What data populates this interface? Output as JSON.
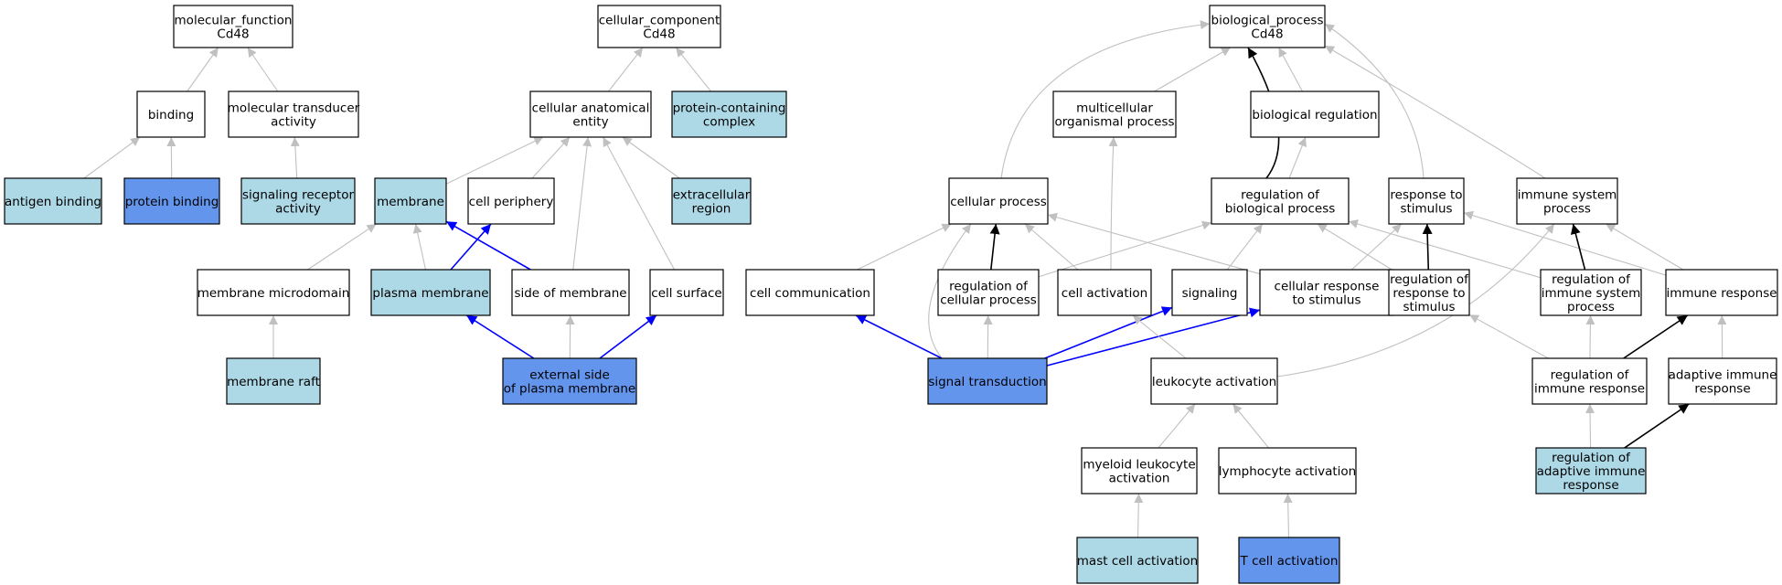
{
  "colors": {
    "white": "#ffffff",
    "light": "#add8e6",
    "dark": "#6495ed",
    "grey_edge": "#c0c0c0",
    "black_edge": "#000000",
    "blue_edge": "#0000ff"
  },
  "nodes": [
    {
      "id": "mf",
      "lines": [
        "molecular_function",
        "Cd48"
      ],
      "fill": "white"
    },
    {
      "id": "binding",
      "lines": [
        "binding"
      ],
      "fill": "white"
    },
    {
      "id": "mta",
      "lines": [
        "molecular transducer",
        "activity"
      ],
      "fill": "white"
    },
    {
      "id": "ab",
      "lines": [
        "antigen binding"
      ],
      "fill": "light"
    },
    {
      "id": "pb",
      "lines": [
        "protein binding"
      ],
      "fill": "dark"
    },
    {
      "id": "sra",
      "lines": [
        "signaling receptor",
        "activity"
      ],
      "fill": "light"
    },
    {
      "id": "cc",
      "lines": [
        "cellular_component",
        "Cd48"
      ],
      "fill": "white"
    },
    {
      "id": "cae",
      "lines": [
        "cellular anatomical",
        "entity"
      ],
      "fill": "white"
    },
    {
      "id": "pcc",
      "lines": [
        "protein-containing",
        "complex"
      ],
      "fill": "light"
    },
    {
      "id": "membrane",
      "lines": [
        "membrane"
      ],
      "fill": "light"
    },
    {
      "id": "cp",
      "lines": [
        "cell periphery"
      ],
      "fill": "white"
    },
    {
      "id": "er",
      "lines": [
        "extracellular",
        "region"
      ],
      "fill": "light"
    },
    {
      "id": "mmd",
      "lines": [
        "membrane microdomain"
      ],
      "fill": "white"
    },
    {
      "id": "pm",
      "lines": [
        "plasma membrane"
      ],
      "fill": "light"
    },
    {
      "id": "som",
      "lines": [
        "side of membrane"
      ],
      "fill": "white"
    },
    {
      "id": "cs",
      "lines": [
        "cell surface"
      ],
      "fill": "white"
    },
    {
      "id": "mr",
      "lines": [
        "membrane raft"
      ],
      "fill": "light"
    },
    {
      "id": "espm",
      "lines": [
        "external side",
        "of plasma membrane"
      ],
      "fill": "dark"
    },
    {
      "id": "bp",
      "lines": [
        "biological_process",
        "Cd48"
      ],
      "fill": "white"
    },
    {
      "id": "mop",
      "lines": [
        "multicellular",
        "organismal process"
      ],
      "fill": "white"
    },
    {
      "id": "breg",
      "lines": [
        "biological regulation"
      ],
      "fill": "white"
    },
    {
      "id": "cpr",
      "lines": [
        "cellular process"
      ],
      "fill": "white"
    },
    {
      "id": "rbp",
      "lines": [
        "regulation of",
        "biological process"
      ],
      "fill": "white"
    },
    {
      "id": "rts",
      "lines": [
        "response to",
        "stimulus"
      ],
      "fill": "white"
    },
    {
      "id": "isp",
      "lines": [
        "immune system",
        "process"
      ],
      "fill": "white"
    },
    {
      "id": "ccom",
      "lines": [
        "cell communication"
      ],
      "fill": "white"
    },
    {
      "id": "rcp",
      "lines": [
        "regulation of",
        "cellular process"
      ],
      "fill": "white"
    },
    {
      "id": "ca",
      "lines": [
        "cell activation"
      ],
      "fill": "white"
    },
    {
      "id": "sig",
      "lines": [
        "signaling"
      ],
      "fill": "white"
    },
    {
      "id": "crs",
      "lines": [
        "cellular response",
        "to stimulus"
      ],
      "fill": "white"
    },
    {
      "id": "rrs",
      "lines": [
        "regulation of",
        "response to",
        "stimulus"
      ],
      "fill": "white"
    },
    {
      "id": "risp",
      "lines": [
        "regulation of",
        "immune system",
        "process"
      ],
      "fill": "white"
    },
    {
      "id": "ir",
      "lines": [
        "immune response"
      ],
      "fill": "white"
    },
    {
      "id": "st",
      "lines": [
        "signal transduction"
      ],
      "fill": "dark"
    },
    {
      "id": "la",
      "lines": [
        "leukocyte activation"
      ],
      "fill": "white"
    },
    {
      "id": "rir",
      "lines": [
        "regulation of",
        "immune response"
      ],
      "fill": "white"
    },
    {
      "id": "air",
      "lines": [
        "adaptive immune",
        "response"
      ],
      "fill": "white"
    },
    {
      "id": "mla",
      "lines": [
        "myeloid leukocyte",
        "activation"
      ],
      "fill": "white"
    },
    {
      "id": "lyma",
      "lines": [
        "lymphocyte activation"
      ],
      "fill": "white"
    },
    {
      "id": "rair",
      "lines": [
        "regulation of",
        "adaptive immune",
        "response"
      ],
      "fill": "light"
    },
    {
      "id": "mca",
      "lines": [
        "mast cell activation"
      ],
      "fill": "light"
    },
    {
      "id": "tca",
      "lines": [
        "T cell activation"
      ],
      "fill": "dark"
    }
  ],
  "edges": [
    {
      "from": "binding",
      "to": "mf",
      "color": "grey"
    },
    {
      "from": "mta",
      "to": "mf",
      "color": "grey"
    },
    {
      "from": "ab",
      "to": "binding",
      "color": "grey"
    },
    {
      "from": "pb",
      "to": "binding",
      "color": "grey"
    },
    {
      "from": "sra",
      "to": "mta",
      "color": "grey"
    },
    {
      "from": "cae",
      "to": "cc",
      "color": "grey"
    },
    {
      "from": "pcc",
      "to": "cc",
      "color": "grey"
    },
    {
      "from": "membrane",
      "to": "cae",
      "color": "grey"
    },
    {
      "from": "cp",
      "to": "cae",
      "color": "grey"
    },
    {
      "from": "som",
      "to": "cae",
      "color": "grey"
    },
    {
      "from": "cs",
      "to": "cae",
      "color": "grey"
    },
    {
      "from": "er",
      "to": "cae",
      "color": "grey"
    },
    {
      "from": "mmd",
      "to": "membrane",
      "color": "grey"
    },
    {
      "from": "pm",
      "to": "membrane",
      "color": "grey"
    },
    {
      "from": "som",
      "to": "membrane",
      "color": "blue"
    },
    {
      "from": "pm",
      "to": "cp",
      "color": "blue"
    },
    {
      "from": "mr",
      "to": "mmd",
      "color": "grey"
    },
    {
      "from": "espm",
      "to": "pm",
      "color": "blue"
    },
    {
      "from": "espm",
      "to": "som",
      "color": "grey"
    },
    {
      "from": "espm",
      "to": "cs",
      "color": "blue"
    },
    {
      "from": "mop",
      "to": "bp",
      "color": "grey"
    },
    {
      "from": "breg",
      "to": "bp",
      "color": "grey"
    },
    {
      "from": "cpr",
      "to": "bp",
      "color": "grey"
    },
    {
      "from": "rbp",
      "to": "bp",
      "color": "black"
    },
    {
      "from": "rts",
      "to": "bp",
      "color": "grey"
    },
    {
      "from": "isp",
      "to": "bp",
      "color": "grey"
    },
    {
      "from": "rbp",
      "to": "breg",
      "color": "grey"
    },
    {
      "from": "ccom",
      "to": "cpr",
      "color": "grey"
    },
    {
      "from": "rcp",
      "to": "cpr",
      "color": "black"
    },
    {
      "from": "ca",
      "to": "cpr",
      "color": "grey"
    },
    {
      "from": "crs",
      "to": "cpr",
      "color": "grey"
    },
    {
      "from": "st",
      "to": "cpr",
      "color": "grey"
    },
    {
      "from": "ca",
      "to": "mop",
      "color": "grey"
    },
    {
      "from": "rcp",
      "to": "rbp",
      "color": "grey"
    },
    {
      "from": "sig",
      "to": "rbp",
      "color": "grey"
    },
    {
      "from": "rrs",
      "to": "rbp",
      "color": "grey"
    },
    {
      "from": "risp",
      "to": "rbp",
      "color": "grey"
    },
    {
      "from": "crs",
      "to": "rts",
      "color": "grey"
    },
    {
      "from": "rrs",
      "to": "rts",
      "color": "black"
    },
    {
      "from": "ir",
      "to": "rts",
      "color": "grey"
    },
    {
      "from": "risp",
      "to": "isp",
      "color": "black"
    },
    {
      "from": "ir",
      "to": "isp",
      "color": "grey"
    },
    {
      "from": "la",
      "to": "isp",
      "color": "grey"
    },
    {
      "from": "st",
      "to": "ccom",
      "color": "blue"
    },
    {
      "from": "st",
      "to": "rcp",
      "color": "grey"
    },
    {
      "from": "st",
      "to": "sig",
      "color": "blue"
    },
    {
      "from": "st",
      "to": "crs",
      "color": "blue"
    },
    {
      "from": "la",
      "to": "ca",
      "color": "grey"
    },
    {
      "from": "rir",
      "to": "rrs",
      "color": "grey"
    },
    {
      "from": "rir",
      "to": "risp",
      "color": "grey"
    },
    {
      "from": "rir",
      "to": "ir",
      "color": "black"
    },
    {
      "from": "air",
      "to": "ir",
      "color": "grey"
    },
    {
      "from": "mla",
      "to": "la",
      "color": "grey"
    },
    {
      "from": "lyma",
      "to": "la",
      "color": "grey"
    },
    {
      "from": "rair",
      "to": "rir",
      "color": "grey"
    },
    {
      "from": "rair",
      "to": "air",
      "color": "black"
    },
    {
      "from": "mca",
      "to": "mla",
      "color": "grey"
    },
    {
      "from": "tca",
      "to": "lyma",
      "color": "grey"
    }
  ]
}
